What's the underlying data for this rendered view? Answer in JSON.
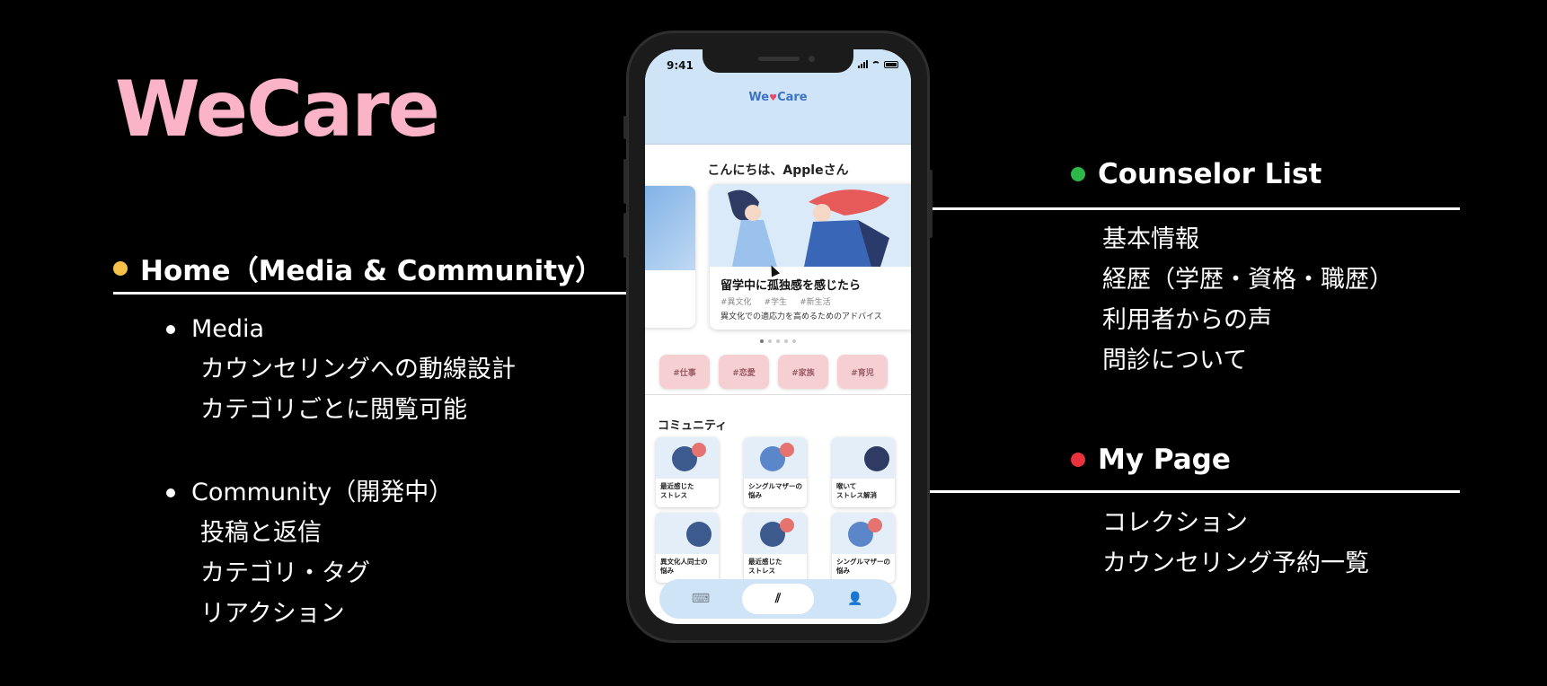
{
  "brand": "WeCare",
  "home": {
    "title": "Home（Media & Community）",
    "dot_color": "#f7c04a",
    "media": {
      "label": "Media",
      "items": [
        "カウンセリングへの動線設計",
        "カテゴリごとに閲覧可能"
      ]
    },
    "community": {
      "label": "Community（開発中）",
      "items": [
        "投稿と返信",
        "カテゴリ・タグ",
        "リアクション"
      ]
    }
  },
  "counselor": {
    "title": "Counselor List",
    "dot_color": "#2fb84a",
    "items": [
      "基本情報",
      "経歴（学歴・資格・職歴）",
      "利用者からの声",
      "問診について"
    ]
  },
  "mypage": {
    "title": "My Page",
    "dot_color": "#e8323c",
    "items": [
      "コレクション",
      "カウンセリング予約一覧"
    ]
  },
  "phone": {
    "time": "9:41",
    "app_logo_left": "We",
    "app_logo_heart": "♥",
    "app_logo_right": "Care",
    "greeting": "こんにちは、Appleさん",
    "card": {
      "title": "留学中に孤独感を感じたら",
      "tags": [
        "#異文化",
        "#学生",
        "#新生活"
      ],
      "desc": "異文化での適応力を高めるためのアドバイス"
    },
    "chips": [
      "#仕事",
      "#恋愛",
      "#家族",
      "#育児"
    ],
    "community_title": "コミュニティ",
    "tiles": [
      "最近感じた\nストレス",
      "シングルマザーの\n悩み",
      "喉いて\nストレス解消",
      "異文化人同士の\n悩み",
      "最近感じた\nストレス",
      "シングルマザーの\n悩み"
    ],
    "tabs": [
      {
        "icon": "counselor-icon",
        "glyph": "⌨"
      },
      {
        "icon": "media-icon",
        "glyph": "⫽"
      },
      {
        "icon": "profile-icon",
        "glyph": "👤"
      }
    ]
  }
}
